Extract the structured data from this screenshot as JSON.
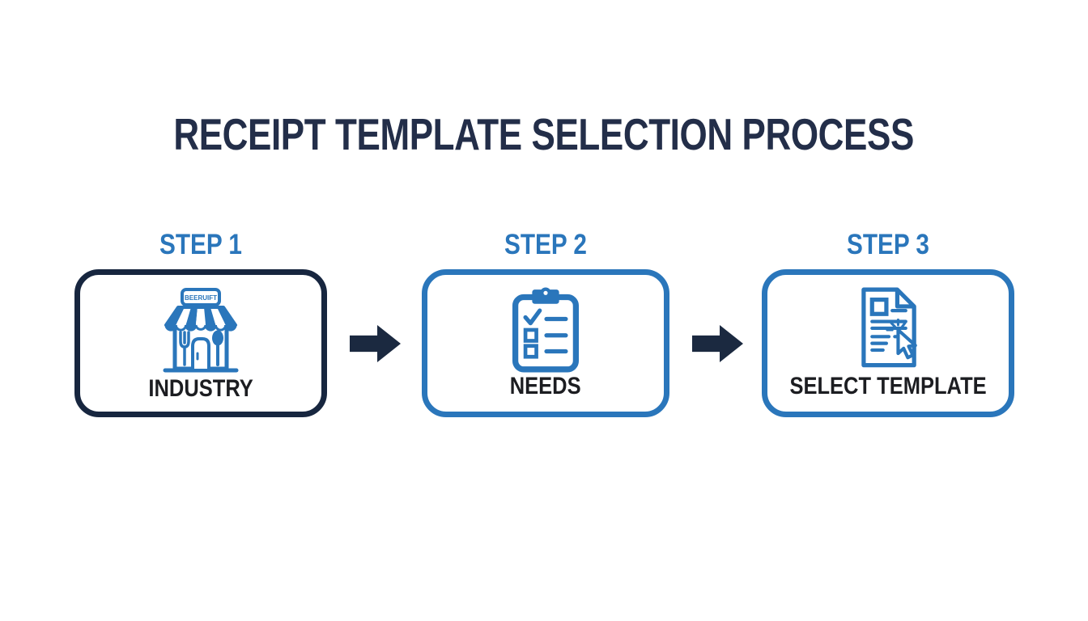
{
  "title": "RECEIPT TEMPLATE SELECTION PROCESS",
  "steps": [
    {
      "step_label": "STEP 1",
      "name": "INDUSTRY",
      "icon": "storefront-restaurant-icon",
      "icon_sign_text": "BEERUIFT"
    },
    {
      "step_label": "STEP 2",
      "name": "NEEDS",
      "icon": "clipboard-checklist-icon"
    },
    {
      "step_label": "STEP 3",
      "name": "SELECT TEMPLATE",
      "icon": "document-cursor-icon"
    }
  ],
  "colors": {
    "background": "#ffffff",
    "title_text": "#232e49",
    "step_label_blue": "#2a76bb",
    "box1_border_navy": "#17263f",
    "box_border_blue": "#2a76bb",
    "icon_blue": "#2a76bb",
    "box_label_text": "#1c1d21",
    "arrow_navy": "#1b2940"
  }
}
